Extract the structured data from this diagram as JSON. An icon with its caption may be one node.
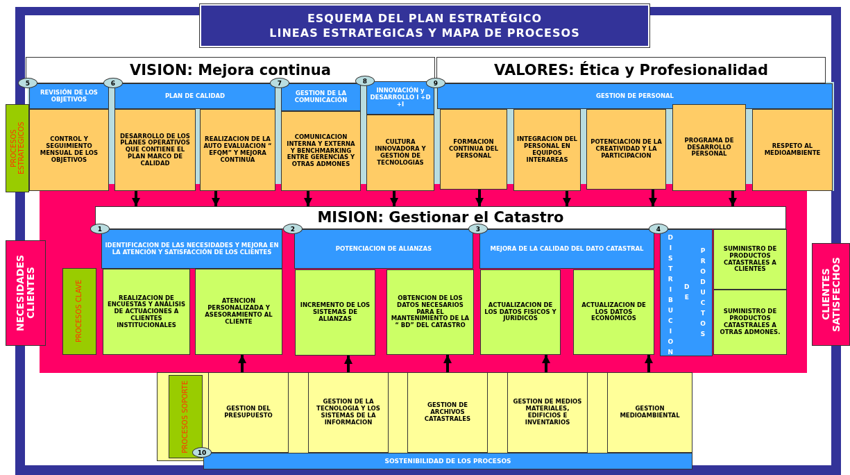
{
  "diagram": {
    "title": "ESQUEMA DEL PLAN ESTRATÉGICO",
    "nodes": [
      {
        "text": [
          "VISION: Mejora continua"
        ]
      },
      {
        "text": [
          "VALORES: Ética y Profesionalidad"
        ]
      },
      {
        "text": [
          "PROCESOS ESTRATEGICOS"
        ]
      },
      {
        "text": [
          "REVISIÓN DE LOS OBJETIVOS"
        ],
        "beside": [
          "5"
        ]
      },
      {
        "text": [
          "CONTROL Y SEGUIMIENTO MENSUAL DE LOS OBJETIVOS"
        ]
      },
      {
        "text": [
          "PLAN DE CALIDAD"
        ],
        "beside": [
          "6"
        ]
      },
      {
        "text": [
          "DESARROLLO DE LOS PLANES OPERATIVOS QUE CONTIENE EL PLAN MARCO DE CALIDAD"
        ]
      },
      {
        "text": [
          "REALIZACION DE LA AUTO EVALUACION “ EFQM” Y MEJORA CONTINUA"
        ]
      },
      {
        "text": [
          "GESTION DE LA COMUNICACIÓN"
        ],
        "beside": [
          "7"
        ]
      },
      {
        "text": [
          "COMUNICACION INTERNA Y EXTERNA Y BENCHMARKING ENTRE GERENCIAS Y OTRAS ADMONES"
        ]
      },
      {
        "text": [
          "INNOVACIÓN y DESARROLLO I +D +I"
        ],
        "beside": [
          "8"
        ]
      },
      {
        "text": [
          "CULTURA INNOVADORA Y GESTIÓN DE TECNOLOGIAS"
        ]
      },
      {
        "text": [
          "GESTION DE PERSONAL"
        ],
        "beside": [
          "9"
        ]
      },
      {
        "text": [
          "FORMACION CONTINUA DEL PERSONAL"
        ]
      },
      {
        "text": [
          "INTEGRACION DEL PERSONAL EN EQUIPOS INTERAREAS"
        ]
      },
      {
        "text": [
          "POTENCIACION DE LA CREATIVIDAD Y LA PARTICIPACION"
        ]
      },
      {
        "text": [
          "PROGRAMA DE DESARROLLO PERSONAL"
        ]
      },
      {
        "text": [
          "RESPETO AL MEDIOAMBIENTE"
        ]
      },
      {
        "text": [
          "MISION: Gestionar el Catastro"
        ]
      },
      {
        "text": [
          "NECESIDADES CLIENTES"
        ]
      },
      {
        "text": [
          "PROCESOS CLAVE"
        ]
      },
      {
        "text": [
          "IDENTIFICACION DE LAS NECESIDADES Y MEJORA EN LA ATENCIÓN Y SATISFACCIÓN DE LOS CLIENTES"
        ],
        "beside": [
          "1"
        ]
      },
      {
        "text": [
          "REALIZACION DE ENCUESTAS Y ANÁLISIS DE ACTUACIONES A CLIENTES INSTITUCIONALES"
        ]
      },
      {
        "text": [
          "ATENCION PERSONALIZADA Y ASESORAMIENTO AL CLIENTE"
        ]
      },
      {
        "text": [
          "POTENCIACION DE ALIANZAS"
        ],
        "beside": [
          "2"
        ]
      },
      {
        "text": [
          "INCREMENTO DE LOS SISTEMAS DE ALIANZAS"
        ]
      },
      {
        "text": [
          "OBTENCION DE LOS DATOS NECESARIOS PARA EL MANTENIMIENTO DE LA “ BD” DEL CATASTRO"
        ]
      },
      {
        "text": [
          "MEJORA DE LA CALIDAD DEL DATO CATASTRAL"
        ],
        "beside": [
          "3"
        ]
      },
      {
        "text": [
          "ACTUALIZACION DE LOS DATOS FISICOS Y JURIDICOS"
        ]
      },
      {
        "text": [
          "ACTUALIZACION DE LOS DATOS ECONÓMICOS"
        ]
      },
      {
        "text": [
          "DISTRIBUCION DE PRODUCTOS"
        ],
        "beside": [
          "4"
        ]
      },
      {
        "text": [
          "SUMINISTRO DE PRODUCTOS CATASTRALES A CLIENTES"
        ]
      },
      {
        "text": [
          "SUMINISTRO DE PRODUCTOS CATASTRALES A OTRAS ADMONES."
        ]
      },
      {
        "text": [
          "CLIENTES SATISFECHOS"
        ]
      },
      {
        "text": [
          "PROCESOS SOPORTE"
        ]
      },
      {
        "text": [
          "GESTION DEL PRESUPUESTO"
        ]
      },
      {
        "text": [
          "GESTION DE LA TECNOLOGIA Y LOS SISTEMAS DE LA INFORMACION"
        ]
      },
      {
        "text": [
          "GESTION DE ARCHIVOS CATASTRALES"
        ]
      },
      {
        "text": [
          "GESTION DE MEDIOS MATERIALES, EDIFICIOS E INVENTARIOS"
        ]
      },
      {
        "text": [
          "GESTION MEDIOAMBIENTAL"
        ]
      },
      {
        "text": [
          "SOSTENIBILIDAD DE LOS PROCESOS"
        ],
        "beside": [
          "10"
        ]
      }
    ],
    "edges": [
      {
        "from": 6,
        "to": 18,
        "arrow": "to"
      },
      {
        "from": 7,
        "to": 18,
        "arrow": "to"
      },
      {
        "from": 9,
        "to": 18,
        "arrow": "to"
      },
      {
        "from": 11,
        "to": 18,
        "arrow": "to"
      },
      {
        "from": 13,
        "to": 18,
        "arrow": "to"
      },
      {
        "from": 14,
        "to": 18,
        "arrow": "to"
      },
      {
        "from": 15,
        "to": 18,
        "arrow": "to"
      },
      {
        "from": 16,
        "to": 18,
        "arrow": "to"
      },
      {
        "from": 35,
        "to": 23,
        "arrow": "to"
      },
      {
        "from": 36,
        "to": 25,
        "arrow": "to"
      },
      {
        "from": 37,
        "to": 26,
        "arrow": "to"
      },
      {
        "from": 38,
        "to": 28,
        "arrow": "to"
      },
      {
        "from": 39,
        "to": 29,
        "arrow": "to"
      }
    ],
    "labels": [
      "LINEAS ESTRATEGICAS Y MAPA DE PROCESOS"
    ]
  }
}
